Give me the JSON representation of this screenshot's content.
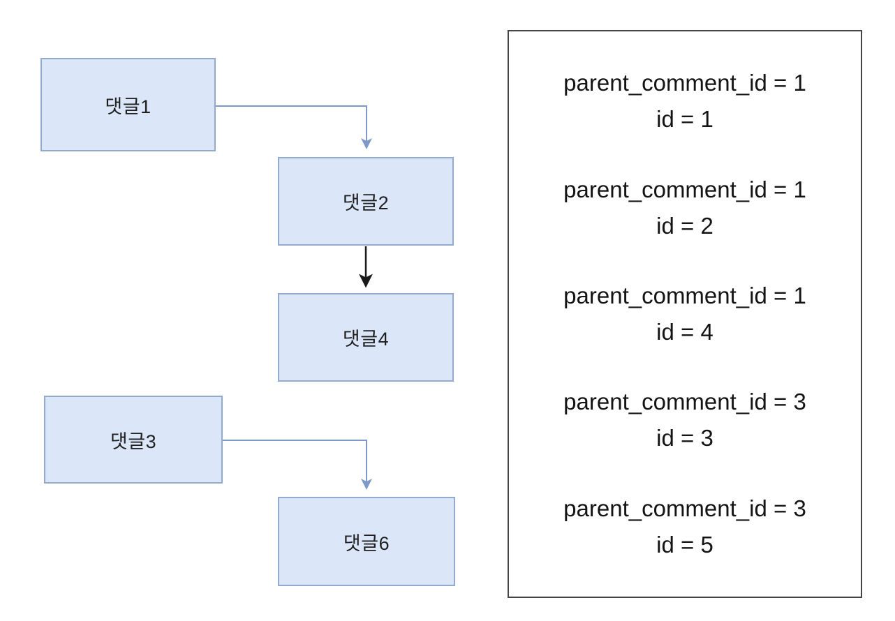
{
  "diagram": {
    "nodes": [
      {
        "id": "1",
        "label": "댓글1"
      },
      {
        "id": "2",
        "label": "댓글2"
      },
      {
        "id": "4",
        "label": "댓글4"
      },
      {
        "id": "3",
        "label": "댓글3"
      },
      {
        "id": "6",
        "label": "댓글6"
      }
    ],
    "edges": [
      {
        "from": "댓글1",
        "to": "댓글2",
        "style": "elbow",
        "color": "#7d99c7"
      },
      {
        "from": "댓글2",
        "to": "댓글4",
        "style": "straight",
        "color": "#1a1a1a"
      },
      {
        "from": "댓글3",
        "to": "댓글6",
        "style": "elbow",
        "color": "#7d99c7"
      }
    ],
    "colors": {
      "node_fill": "#dbe7f9",
      "node_border": "#93aacc",
      "arrow_blue": "#7d99c7",
      "arrow_black": "#1a1a1a",
      "panel_border": "#454545",
      "background": "#ffffff"
    }
  },
  "panel": {
    "entries": [
      {
        "line1": "parent_comment_id = 1",
        "line2": "id = 1"
      },
      {
        "line1": "parent_comment_id = 1",
        "line2": "id = 2"
      },
      {
        "line1": "parent_comment_id = 1",
        "line2": "id = 4"
      },
      {
        "line1": "parent_comment_id = 3",
        "line2": "id = 3"
      },
      {
        "line1": "parent_comment_id = 3",
        "line2": "id = 5"
      }
    ]
  }
}
